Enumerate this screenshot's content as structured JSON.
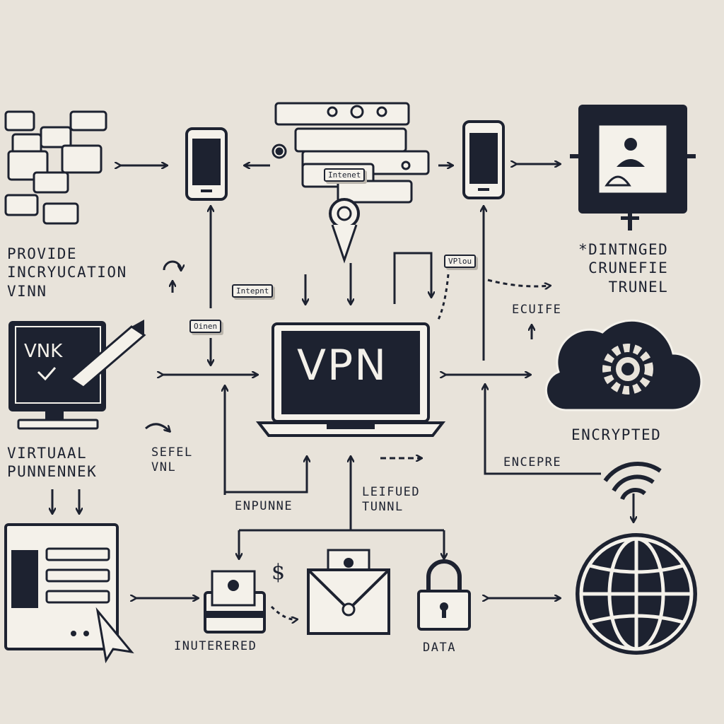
{
  "center_screen_text": "VPN",
  "monitor_screen_text": "VNK",
  "labels": {
    "provide": "PROVIDE\nINCRYUCATION\nVINN",
    "dintnged": "*DINTNGED\nCRUNEFIE\nTRUNEL",
    "virtual": "VIRTUAAL\nPUNNENNEK",
    "encrypted": "ENCRYPTED",
    "encepre": "ENCEPRE",
    "ecuife": "ECUIFE",
    "sefel": "SEFEL\nVNL",
    "enpunne": "ENPUNNE",
    "leifued": "LEIFUED\nTUNNL",
    "inuterered": "INUTERERED",
    "data": "DATA"
  },
  "chips": {
    "internet": "Intenet",
    "intepnt": "Intepnt",
    "oinen": "Oinen",
    "vpnou": "VPlou"
  },
  "dollar_sign": "$",
  "colors": {
    "ink": "#1d2230",
    "paper": "#e8e3da",
    "card": "#f4f1ea",
    "shadow": "#b9b4ab"
  },
  "icons": [
    "chat-bubbles-icon",
    "smartphone-icon",
    "window-bars-icon",
    "map-pin-icon",
    "smartphone-icon",
    "contact-card-icon",
    "monitor-pencil-icon",
    "laptop-icon",
    "cloud-gear-icon",
    "server-icon",
    "id-card-icon",
    "envelope-icon",
    "padlock-icon",
    "wifi-icon",
    "globe-icon"
  ]
}
